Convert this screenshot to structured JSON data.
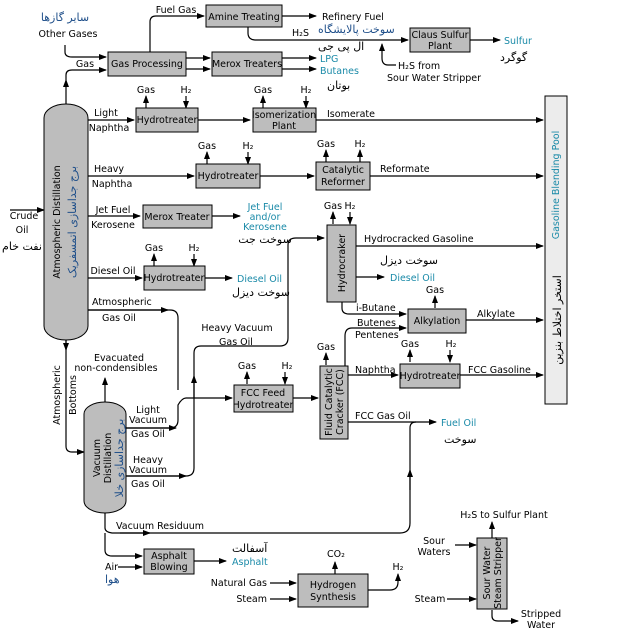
{
  "title": "Oil Refinery Process Flow Diagram",
  "units": {
    "atm_distillation": {
      "label_en": "Atmospheric  Distillation",
      "label_fa": "برج جداسازی اتمسفریک"
    },
    "vacuum_distillation": {
      "label_en_1": "Vacuum",
      "label_en_2": "Distillation",
      "label_fa": "برج جداسازی خلا"
    },
    "gas_processing": "Gas Processing",
    "amine_treating": "Amine Treating",
    "merox_treaters": "Merox Treaters",
    "claus_sulfur_plant": [
      "Claus Sulfur",
      "Plant"
    ],
    "hydrotreater_ln": "Hydrotreater",
    "isomerization": [
      "Isomerization",
      "Plant"
    ],
    "hydrotreater_hn": "Hydrotreater",
    "catalytic_reformer": [
      "Catalytic",
      "Reformer"
    ],
    "merox_treater": "Merox Treater",
    "hydrotreater_diesel": "Hydrotreater",
    "hydrocracker": "Hydrocraker",
    "alkylation": "Alkylation",
    "hydrotreater_fcc_naphtha": "Hydrotreater",
    "fcc_feed_hydrotreater": [
      "FCC Feed",
      "Hydrotreater"
    ],
    "fcc": [
      "Fluid Catalytic",
      "Cracker (FCC)"
    ],
    "asphalt_blowing": [
      "Asphalt",
      "Blowing"
    ],
    "hydrogen_synthesis": [
      "Hydrogen",
      "Synthesis"
    ],
    "sour_water_stripper": [
      "Sour Water",
      "Steam Stripper"
    ],
    "gasoline_pool": {
      "label_en": "Gasoline Blending Pool",
      "label_fa": "استخر اختلاط بنزین"
    }
  },
  "streams": {
    "crude_oil": [
      "Crude",
      "Oil"
    ],
    "crude_oil_fa": "نفت خام",
    "other_gases": "Other Gases",
    "other_gases_fa": "سایر گازها",
    "gas": "Gas",
    "fuel_gas": "Fuel  Gas",
    "refinery_fuel": "Refinery Fuel",
    "refinery_fuel_fa": "سوخت پالایشگاه",
    "h2s": "H₂S",
    "h2s_from_sws": [
      "H₂S from",
      "Sour Water Stripper"
    ],
    "sulfur": "Sulfur",
    "sulfur_fa": "گوگرد",
    "lpg": "LPG",
    "lpg_fa": "ال پی جی",
    "butanes": "Butanes",
    "butanes_fa": "بوتان",
    "h2": "H₂",
    "light_naphtha": [
      "Light",
      "Naphtha"
    ],
    "isomerate": "Isomerate",
    "heavy_naphtha": [
      "Heavy",
      "Naphtha"
    ],
    "reformate": "Reformate",
    "jet_fuel_kerosene": [
      "Jet Fuel",
      "Kerosene"
    ],
    "jet_fuel_product": [
      "Jet Fuel",
      "and/or",
      "Kerosene"
    ],
    "jet_fuel_fa": "سوخت جت",
    "diesel_oil": "Diesel Oil",
    "diesel_oil_product": "Diesel Oil",
    "diesel_fa": "سوخت دیزل",
    "atm_gas_oil": [
      "Atmospheric",
      "Gas Oil"
    ],
    "hydrocracked_gasoline": "Hydrocracked Gasoline",
    "hc_diesel_fa": "سوخت دیزل",
    "hc_diesel": "Diesel Oil",
    "i_butane": "i-Butane",
    "butenes_pentenes": [
      "Butenes",
      "Pentenes"
    ],
    "alkylate": "Alkylate",
    "heavy_vacuum_gas_oil_top": [
      "Heavy Vacuum",
      "Gas Oil"
    ],
    "atm_bottoms": [
      "Atmospheric",
      "Bottoms"
    ],
    "evacuated": [
      "Evacuated",
      "non-condensibles"
    ],
    "light_vacuum_gas_oil": [
      "Light",
      "Vacuum",
      "Gas Oil"
    ],
    "heavy_vacuum_gas_oil": [
      "Heavy",
      "Vacuum",
      "Gas Oil"
    ],
    "naphtha": "Naphtha",
    "fcc_gasoline": "FCC Gasoline",
    "fcc_gas_oil": "FCC Gas Oil",
    "fuel_oil": "Fuel Oil",
    "fuel_oil_fa": "سوخت",
    "vacuum_residuum": "Vacuum Residuum",
    "air": "Air",
    "air_fa": "هوا",
    "asphalt": "Asphalt",
    "asphalt_fa": "آسفالت",
    "natural_gas": "Natural Gas",
    "steam": "Steam",
    "co2": "CO₂",
    "h2s_to_sulfur": "H₂S to Sulfur Plant",
    "sour_waters": [
      "Sour",
      "Waters"
    ],
    "stripped_water": [
      "Stripped",
      "Water"
    ]
  }
}
